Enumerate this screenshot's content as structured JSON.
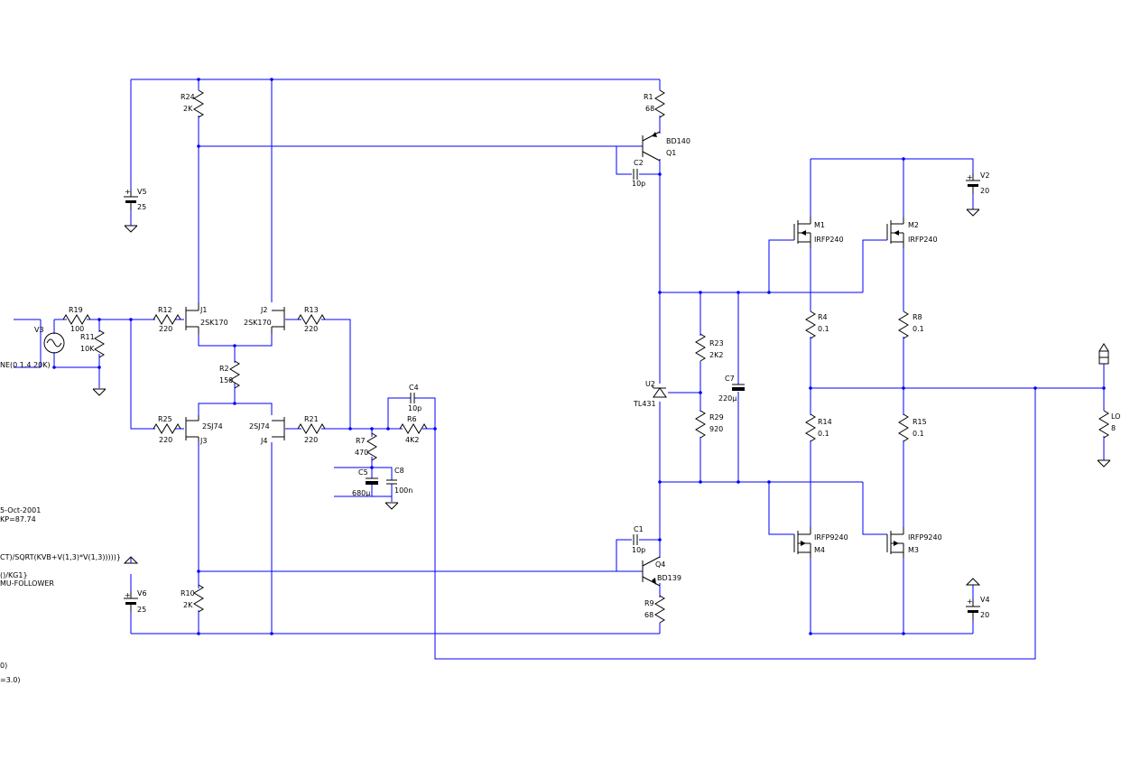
{
  "colors": {
    "wire": "#0000ff",
    "component": "#000000",
    "background": "#ffffff"
  },
  "labels": {
    "R24": "R24",
    "R24v": "2K",
    "V5": "V5",
    "V5v": "25",
    "R1": "R1",
    "R1v": "68",
    "Q1": "Q1",
    "Q1m": "BD140",
    "C2": "C2",
    "C2v": "10p",
    "V2": "V2",
    "V2v": "20",
    "M1": "M1",
    "M1m": "IRFP240",
    "M2": "M2",
    "M2m": "IRFP240",
    "R19": "R19",
    "R19v": "100",
    "R11": "R11",
    "R11v": "10K",
    "V3": "V3",
    "V3v": "NE(0 1.4 20K)",
    "R12": "R12",
    "R12v": "220",
    "J1": "J1",
    "J1m": "2SK170",
    "J2": "J2",
    "J2m": "2SK170",
    "R13": "R13",
    "R13v": "220",
    "R2": "R2",
    "R2v": "150",
    "R25": "R25",
    "R25v": "220",
    "J3": "J3",
    "J3m": "2SJ74",
    "J4": "J4",
    "J4m": "2SJ74",
    "R21": "R21",
    "R21v": "220",
    "C4": "C4",
    "C4v": "10p",
    "R6": "R6",
    "R6v": "4K2",
    "R7": "R7",
    "R7v": "470",
    "C5": "C5",
    "C5v": "680µ",
    "C8": "C8",
    "C8v": "100n",
    "U2": "U2",
    "U2m": "TL431",
    "R23": "R23",
    "R23v": "2K2",
    "R29": "R29",
    "R29v": "920",
    "C7": "C7",
    "C7v": "220µ",
    "R4": "R4",
    "R4v": "0.1",
    "R8": "R8",
    "R8v": "0.1",
    "R14": "R14",
    "R14v": "0.1",
    "R15": "R15",
    "R15v": "0.1",
    "LO": "LO",
    "LOv": "8",
    "C1": "C1",
    "C1v": "10p",
    "Q4": "Q4",
    "Q4m": "BD139",
    "R9": "R9",
    "R9v": "68",
    "M3": "M3",
    "M3m": "IRFP9240",
    "M4": "M4",
    "M4m": "IRFP9240",
    "V4": "V4",
    "V4v": "20",
    "V6": "V6",
    "V6v": "25",
    "R10": "R10",
    "R10v": "2K"
  },
  "side_text": [
    "5-Oct-2001",
    " KP=87.74",
    "CT)/SQRT(KVB+V(1,3)*V(1,3)))))}",
    "()/KG1}",
    " MU-FOLLOWER",
    "0)",
    "=3.0)"
  ]
}
